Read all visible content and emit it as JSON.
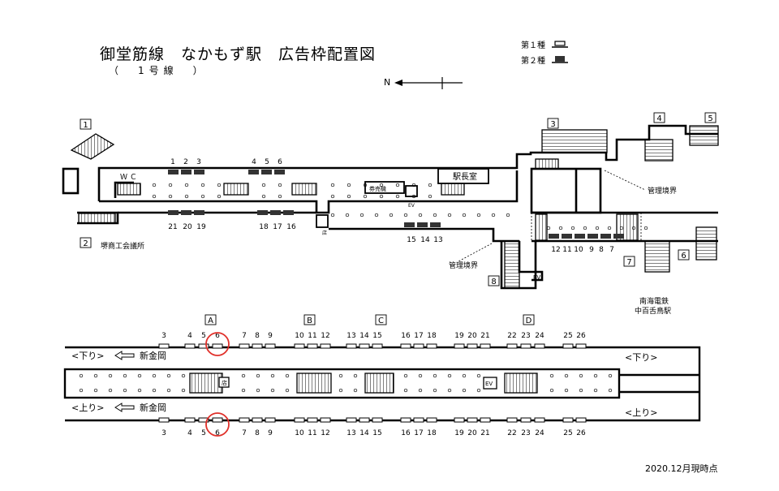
{
  "title": "御堂筋線　なかもず駅　広告枠配置図",
  "subtitle": "（　1号線　）",
  "legend": {
    "type1": "第１種",
    "type2": "第２種"
  },
  "north": "N",
  "footer": "2020.12月現時点",
  "exits": [
    "1",
    "2",
    "3",
    "4",
    "5",
    "6",
    "7",
    "8"
  ],
  "exit2_label": "堺商工会議所",
  "upper_labels": {
    "wc": "Ｗ Ｃ",
    "station_office": "駅長室",
    "ticket_machine": "券売機",
    "ev": "EV",
    "shop": "店",
    "boundary1": "管理境界",
    "boundary2": "管理境界",
    "nankai1": "南海電鉄",
    "nankai2": "中百舌鳥駅"
  },
  "upper_numbers": {
    "top1": "1",
    "top2": "2",
    "top3": "3",
    "top4": "4",
    "top5": "5",
    "top6": "6",
    "bot21": "21",
    "bot20": "20",
    "bot19": "19",
    "bot18": "18",
    "bot17": "17",
    "bot16": "16",
    "bot15": "15",
    "bot14": "14",
    "bot13": "13",
    "right12": "12",
    "right11": "11",
    "right10": "10",
    "right9": "9",
    "right8": "8",
    "right7": "7"
  },
  "platform": {
    "sections": [
      "A",
      "B",
      "C",
      "D"
    ],
    "car_numbers": [
      "3",
      "4",
      "5",
      "6",
      "7",
      "8",
      "9",
      "10",
      "11",
      "12",
      "13",
      "14",
      "15",
      "16",
      "17",
      "18",
      "19",
      "20",
      "21",
      "22",
      "23",
      "24",
      "25",
      "26"
    ],
    "down_left": "<下り>",
    "up_left": "<上り>",
    "down_right": "<下り>",
    "up_right": "<上り>",
    "destination_down": "新金岡",
    "destination_up": "新金岡",
    "shop": "店",
    "ev": "EV",
    "highlighted_car": "6"
  },
  "colors": {
    "line": "#000000",
    "highlight": "#e0302a",
    "ad_type2": "#333333"
  }
}
